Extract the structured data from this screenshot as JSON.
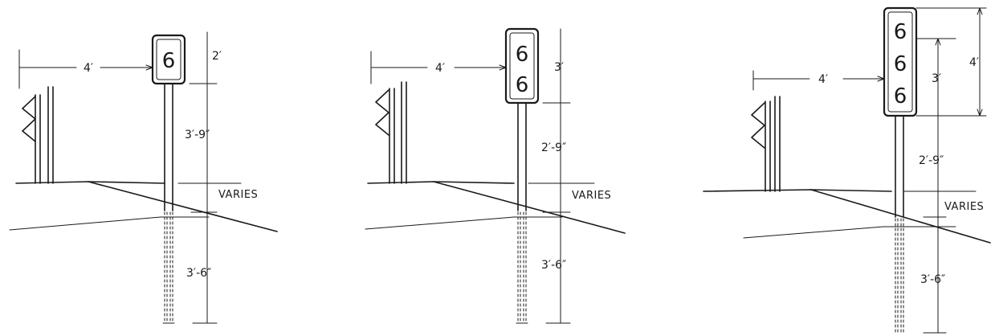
{
  "diagrams": [
    {
      "offset_label": "4′",
      "sign_height_label": "2′",
      "above_ground_label": "3′-9″",
      "varies_label": "VARIES",
      "embed_label": "3′-6″",
      "digits": [
        "6"
      ]
    },
    {
      "offset_label": "4′",
      "sign_height_label": "3′",
      "above_ground_label": "2′-9″",
      "varies_label": "VARIES",
      "embed_label": "3′-6″",
      "digits": [
        "6",
        "6"
      ]
    },
    {
      "offset_label": "4′",
      "sign_height_label": "4′",
      "inner_height_label": "3′",
      "above_ground_label": "2′-9″",
      "varies_label": "VARIES",
      "embed_label": "3′-6″",
      "digits": [
        "6",
        "6",
        "6"
      ]
    }
  ]
}
